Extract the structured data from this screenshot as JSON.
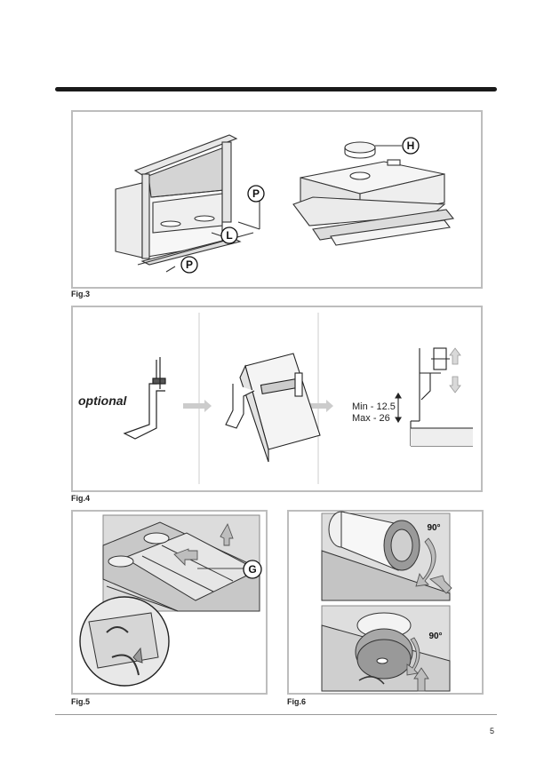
{
  "figures": {
    "fig3": {
      "caption": "Fig.3",
      "labels": {
        "H": "H",
        "P1": "P",
        "L": "L",
        "P2": "P"
      }
    },
    "fig4": {
      "caption": "Fig.4",
      "optional": "optional",
      "min": "Min  - 12.5",
      "max": "Max - 26"
    },
    "fig5": {
      "caption": "Fig.5",
      "labels": {
        "G": "G"
      }
    },
    "fig6": {
      "caption": "Fig.6",
      "deg_top": "90°",
      "deg_bottom": "90°"
    }
  },
  "page": {
    "number": "5"
  }
}
